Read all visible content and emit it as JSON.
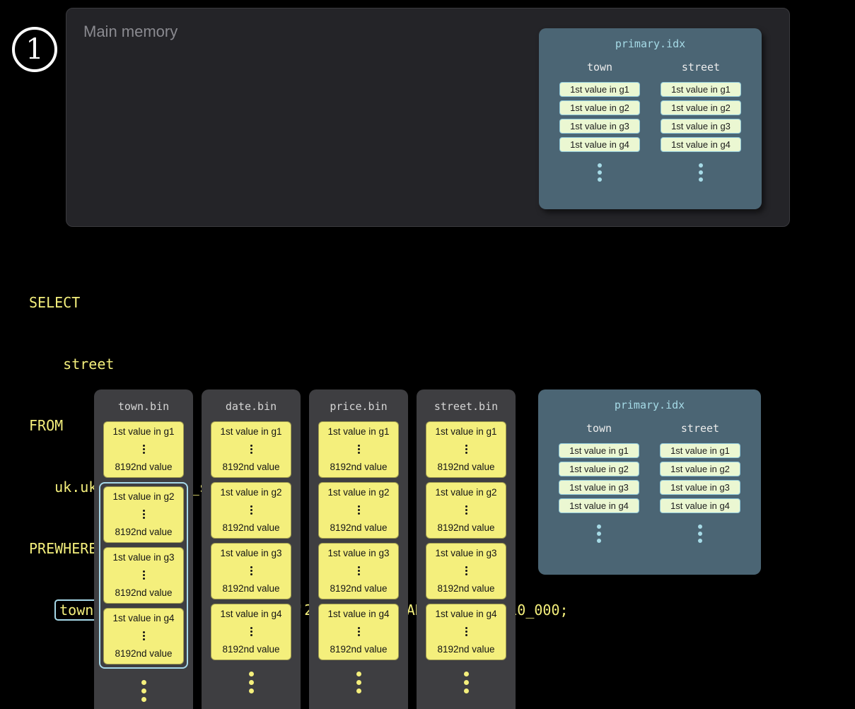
{
  "step": {
    "number": "1"
  },
  "main_memory": {
    "label": "Main memory"
  },
  "primary_idx": {
    "title": "primary.idx",
    "columns": [
      {
        "name": "town",
        "chips": [
          "1st value in g1",
          "1st value in g2",
          "1st value in g3",
          "1st value in g4"
        ]
      },
      {
        "name": "street",
        "chips": [
          "1st value in g1",
          "1st value in g2",
          "1st value in g3",
          "1st value in g4"
        ]
      }
    ]
  },
  "sql": {
    "line1": "SELECT",
    "line2": "    street",
    "line3": "FROM",
    "line4": "   uk.uk_price_paid_simple",
    "line5": "PREWHERE",
    "cond_indent": "   ",
    "cond_highlight": "town = 'LONDON'",
    "cond_rest": " AND date > '2024-12-31' AND price < 10_000;"
  },
  "bins": [
    {
      "title": "town.bin",
      "granules": [
        {
          "first": "1st value in g1",
          "last": "8192nd value"
        },
        {
          "first": "1st value in g2",
          "last": "8192nd value"
        },
        {
          "first": "1st value in g3",
          "last": "8192nd value"
        },
        {
          "first": "1st value in g4",
          "last": "8192nd value"
        }
      ]
    },
    {
      "title": "date.bin",
      "granules": [
        {
          "first": "1st value in g1",
          "last": "8192nd value"
        },
        {
          "first": "1st value in g2",
          "last": "8192nd value"
        },
        {
          "first": "1st value in g3",
          "last": "8192nd value"
        },
        {
          "first": "1st value in g4",
          "last": "8192nd value"
        }
      ]
    },
    {
      "title": "price.bin",
      "granules": [
        {
          "first": "1st value in g1",
          "last": "8192nd value"
        },
        {
          "first": "1st value in g2",
          "last": "8192nd value"
        },
        {
          "first": "1st value in g3",
          "last": "8192nd value"
        },
        {
          "first": "1st value in g4",
          "last": "8192nd value"
        }
      ]
    },
    {
      "title": "street.bin",
      "granules": [
        {
          "first": "1st value in g1",
          "last": "8192nd value"
        },
        {
          "first": "1st value in g2",
          "last": "8192nd value"
        },
        {
          "first": "1st value in g3",
          "last": "8192nd value"
        },
        {
          "first": "1st value in g4",
          "last": "8192nd value"
        }
      ]
    }
  ],
  "colors": {
    "background": "#000000",
    "panel_gray": "#3e3e41",
    "main_memory_gray": "#242428",
    "granule_yellow": "#f4ef7c",
    "sql_yellow": "#f4ef7c",
    "primary_idx_slate": "#4b6574",
    "chip_green": "#ebf7d2",
    "accent_blue": "#a6d8e8"
  }
}
